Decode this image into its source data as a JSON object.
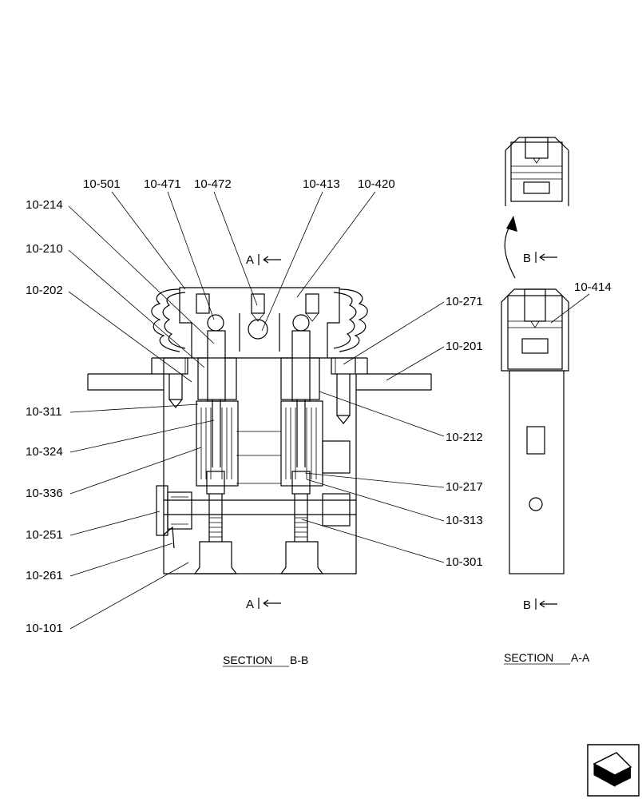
{
  "section_bb": {
    "caption_prefix": "SECTION",
    "caption_suffix": "B-B",
    "cut_marker_top": "A",
    "cut_marker_bottom": "A"
  },
  "section_aa": {
    "caption_prefix": "SECTION",
    "caption_suffix": "A-A",
    "cut_marker_top": "B",
    "cut_marker_bottom": "B"
  },
  "callouts": {
    "p10_501": "10-501",
    "p10_471": "10-471",
    "p10_472": "10-472",
    "p10_413": "10-413",
    "p10_420": "10-420",
    "p10_214": "10-214",
    "p10_210": "10-210",
    "p10_202": "10-202",
    "p10_311": "10-311",
    "p10_324": "10-324",
    "p10_336": "10-336",
    "p10_251": "10-251",
    "p10_261": "10-261",
    "p10_101": "10-101",
    "p10_271": "10-271",
    "p10_201": "10-201",
    "p10_212": "10-212",
    "p10_217": "10-217",
    "p10_313": "10-313",
    "p10_301": "10-301",
    "p10_414": "10-414"
  },
  "icons": {
    "nav": "page-turn-arrow-icon"
  }
}
